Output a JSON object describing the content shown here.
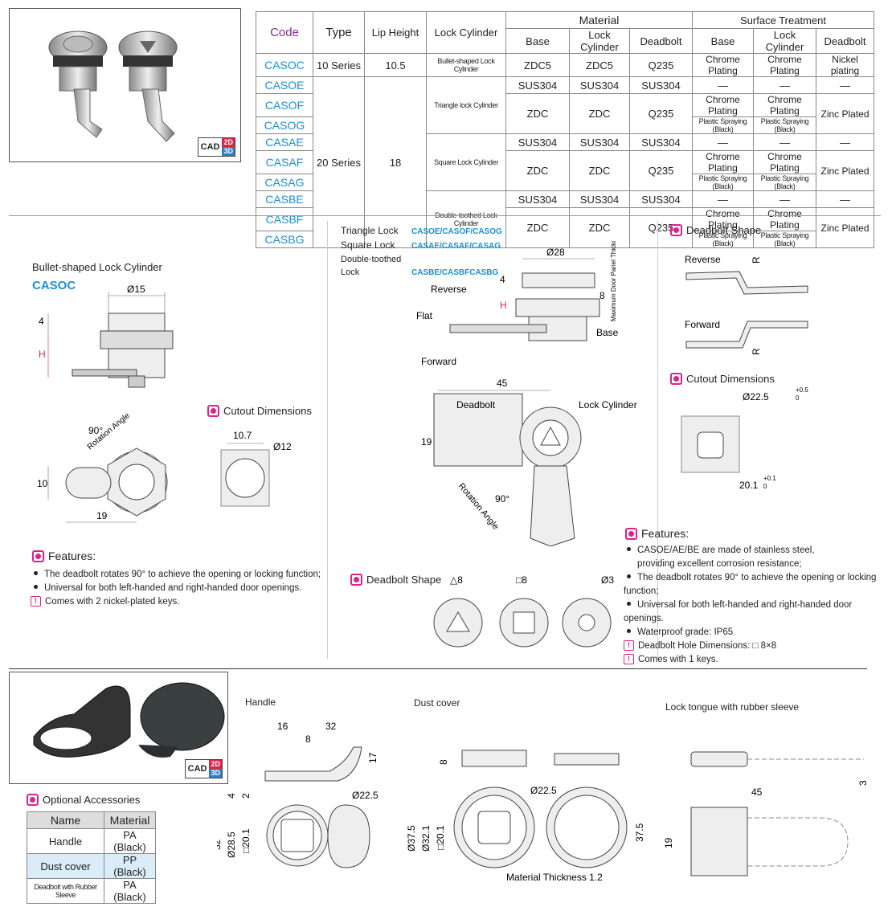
{
  "cad_badge": {
    "label": "CAD",
    "tag2": "2D",
    "tag3": "3D"
  },
  "spec_table": {
    "headers": {
      "code": "Code",
      "type": "Type",
      "lip_height": "Lip Height",
      "lock_cylinder": "Lock Cylinder",
      "material": "Material",
      "surface": "Surface Treatment",
      "base": "Base",
      "lock_cyl": "Lock Cylinder",
      "deadbolt": "Deadbolt"
    },
    "codes": [
      "CASOC",
      "CASOE",
      "CASOF",
      "CASOG",
      "CASAE",
      "CASAF",
      "CASAG",
      "CASBE",
      "CASBF",
      "CASBG"
    ],
    "type_10": "10 Series",
    "type_20": "20 Series",
    "lip_10": "10.5",
    "lip_20": "18",
    "cyl_bullet": "Bullet-shaped Lock Cylinder",
    "cyl_triangle": "Triangle lock Cylinder",
    "cyl_square": "Square Lock Cylinder",
    "cyl_double": "Double-toothed Lock Cylinder",
    "zdc5": "ZDC5",
    "q235": "Q235",
    "sus": "SUS304",
    "zdc": "ZDC",
    "chrome": "Chrome Plating",
    "nickel": "Nickel plating",
    "dash": "—",
    "plastic": "Plastic Spraying (Black)",
    "zinc": "Zinc Plated"
  },
  "left": {
    "title": "Bullet-shaped Lock Cylinder",
    "code": "CASOC",
    "dims": {
      "d15": "Ø15",
      "h4": "4",
      "H": "H",
      "angle": "90°",
      "rot": "Rotation Angle",
      "d10": "10",
      "d19": "19"
    },
    "cutout_title": "Cutout Dimensions",
    "cut_w": "10.7",
    "cut_d": "Ø12",
    "features_title": "Features:",
    "features": [
      "The deadbolt rotates 90° to achieve the opening or locking function;",
      "Universal for both left-handed and right-handed door openings."
    ],
    "note": "Comes with 2 nickel-plated keys."
  },
  "mid": {
    "lock_types": [
      {
        "name": "Triangle Lock",
        "codes": "CASOE/CASOF/CASOG"
      },
      {
        "name": "Square Lock",
        "codes": "CASAE/CASAF/CASAG"
      },
      {
        "name": "Double-toothed Lock",
        "codes": "CASBE/CASBFCASBG"
      }
    ],
    "d28": "Ø28",
    "h4": "4",
    "H": "H",
    "d8": "8",
    "panel": "Maximum Door Panel Thickness",
    "reverse": "Reverse",
    "flat": "Flat",
    "forward": "Forward",
    "base": "Base",
    "d45": "45",
    "deadbolt": "Deadbolt",
    "lock_cyl": "Lock Cylinder",
    "d19": "19",
    "angle": "90°",
    "rot": "Rotation Angle",
    "shape_title": "Deadbolt Shape",
    "tri": "△8",
    "sq": "□8",
    "d3": "Ø3"
  },
  "right": {
    "shape_title": "Deadbolt Shape",
    "reverse": "Reverse",
    "forward": "Forward",
    "R": "R",
    "cutout_title": "Cutout Dimensions",
    "d225": "Ø22.5",
    "tol1": "+0.5",
    "tol0": "0",
    "d201": "20.1",
    "tol2": "+0.1",
    "tol3": "0",
    "features_title": "Features:",
    "features": [
      "CASOE/AE/BE are made of stainless steel,",
      "providing excellent corrosion resistance;",
      "The deadbolt rotates 90° to achieve the opening or locking function;",
      "Universal for both left-handed and right-handed door openings.",
      "Waterproof grade: IP65"
    ],
    "note1": "Deadbolt Hole Dimensions: □ 8×8",
    "note2": "Comes with 1 keys."
  },
  "accessories": {
    "title": "Optional Accessories",
    "headers": [
      "Name",
      "Material"
    ],
    "rows": [
      [
        "Handle",
        "PA (Black)"
      ],
      [
        "Dust cover",
        "PP (Black)"
      ],
      [
        "Deadbolt with Rubber Sleeve",
        "PA (Black)"
      ]
    ]
  },
  "handle": {
    "title": "Handle",
    "d16": "16",
    "d32": "32",
    "d8": "8",
    "d17": "17",
    "d4": "4",
    "d2": "2",
    "d225": "Ø22.5",
    "d32b": "32",
    "d285": "Ø28.5",
    "d201": "□20.1"
  },
  "dust": {
    "title": "Dust cover",
    "d8": "8",
    "d225": "Ø22.5",
    "d375": "Ø37.5",
    "d321": "Ø32.1",
    "d201": "□20.1",
    "d375b": "37.5",
    "thick": "Material Thickness 1.2"
  },
  "tongue": {
    "title": "Lock tongue with rubber sleeve",
    "d3": "3",
    "d45": "45",
    "d19": "19"
  }
}
